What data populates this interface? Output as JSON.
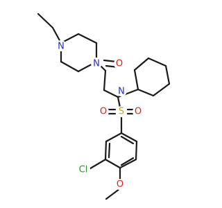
{
  "molecule": {
    "atoms": {
      "N_piperazine_top": {
        "text": "N",
        "color": "#2b2bcc"
      },
      "N_piperazine_amide": {
        "text": "N",
        "color": "#2b2bcc"
      },
      "O_carbonyl": {
        "text": "O",
        "color": "#e0201b"
      },
      "N_sulfonamide": {
        "text": "N",
        "color": "#2b2bcc"
      },
      "S_sulfonyl": {
        "text": "S",
        "color": "#c9a400"
      },
      "O_sulfonyl_left": {
        "text": "O",
        "color": "#e0201b"
      },
      "O_sulfonyl_right": {
        "text": "O",
        "color": "#e0201b"
      },
      "Cl": {
        "text": "Cl",
        "color": "#1f9a1f"
      },
      "O_methoxy": {
        "text": "O",
        "color": "#e0201b"
      }
    },
    "colors": {
      "bond": "#1a1a1a",
      "nitrogen": "#2b2bcc",
      "oxygen": "#e0201b",
      "sulfur": "#c9a400",
      "chlorine": "#1f9a1f",
      "background": "#ffffff"
    }
  }
}
